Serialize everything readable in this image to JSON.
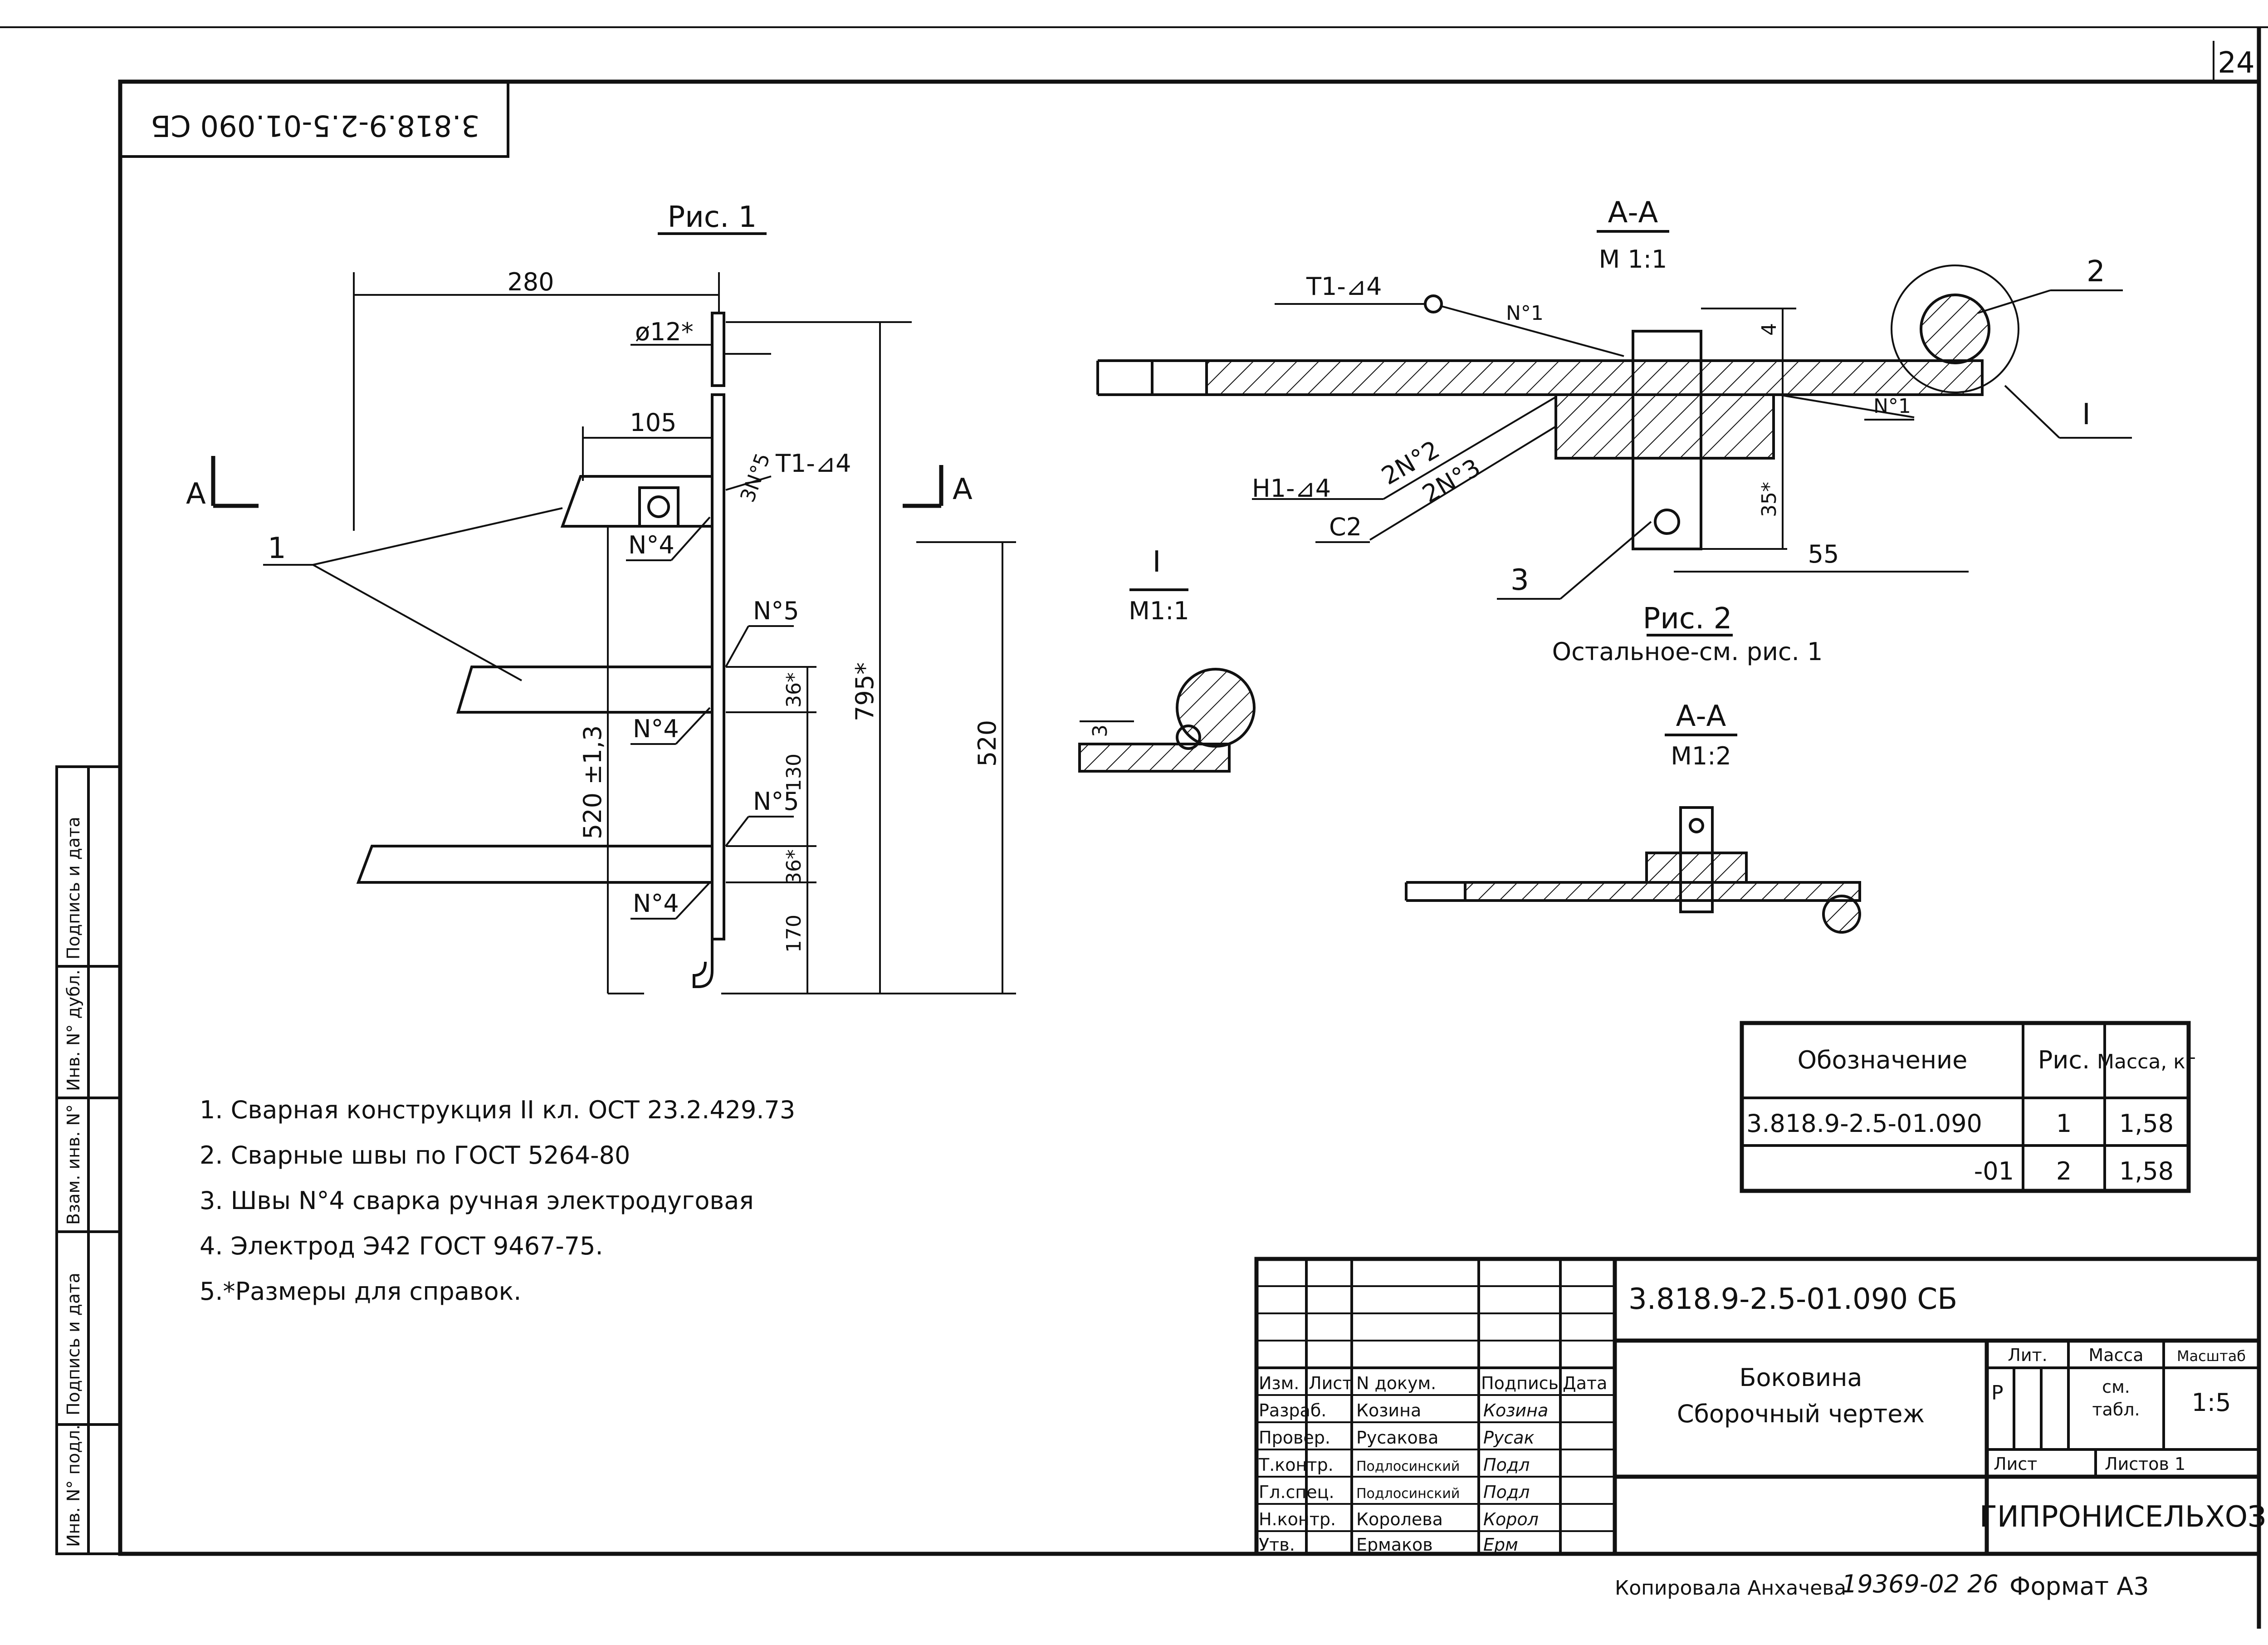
{
  "sheet": {
    "page_number": "24",
    "mirrored_code": "3.818.9-2.5-01.090 СБ",
    "doc_code": "3.818.9-2.5-01.090 СБ",
    "copied_by": "Копировала Анхачева",
    "order_number": "19369-02 26",
    "format": "Формат А3"
  },
  "fig1": {
    "title": "Рис. 1",
    "section_left": "А",
    "section_right": "А",
    "callout_1": "1",
    "dims": {
      "width_280": "280",
      "dia": "ø12*",
      "d105": "105",
      "weld_top": "3N°5",
      "weld_t1": "Т1-⊿4",
      "n4_a": "N°4",
      "n5_a": "N°5",
      "n4_b": "N°4",
      "d36_a": "36*",
      "d130": "130",
      "n5_b": "N°5",
      "n4_c": "N°4",
      "d36_b": "36*",
      "d170": "170",
      "d520_tol": "520 ±1,3",
      "d795": "795*",
      "d520": "520"
    }
  },
  "secAA1": {
    "title": "А-А",
    "scale": "М 1:1",
    "weld_t1": "Т1-⊿4",
    "n1_a": "N°1",
    "n1_b": "N°1",
    "dim_4": "4",
    "dim_35": "35*",
    "dim_55": "55",
    "h1": "Н1-⊿4",
    "n2": "2N°2",
    "n3": "2N°3",
    "c2": "С2",
    "callout_2": "2",
    "callout_3": "3",
    "callout_I": "I"
  },
  "detailI": {
    "title": "I",
    "scale": "М1:1",
    "dim": "3"
  },
  "fig2": {
    "title": "Рис. 2",
    "note": "Остальное-см. рис. 1"
  },
  "secAA2": {
    "title": "А-А",
    "scale": "М1:2"
  },
  "notes": [
    "1. Сварная конструкция II кл. ОСТ 23.2.429.73",
    "2. Сварные швы по ГОСТ 5264-80",
    "3. Швы N°4 сварка ручная электродуговая",
    "4. Электрод Э42 ГОСТ 9467-75.",
    "5.*Размеры для справок."
  ],
  "spec_table": {
    "headers": [
      "Обозначение",
      "Рис.",
      "Масса, кг"
    ],
    "rows": [
      [
        "3.818.9-2.5-01.090",
        "1",
        "1,58"
      ],
      [
        "-01",
        "2",
        "1,58"
      ]
    ]
  },
  "side_stamp": [
    "Инв. N° подл.",
    "Подпись и дата",
    "Взам. инв. N°",
    "Инв. N° дубл.",
    "Подпись и дата"
  ],
  "title_block": {
    "head": [
      "Изм.",
      "Лист",
      "N докум.",
      "Подпись",
      "Дата"
    ],
    "people": [
      [
        "Разраб.",
        "Козина",
        "Козина"
      ],
      [
        "Провер.",
        "Русакова",
        "Русак"
      ],
      [
        "Т.контр.",
        "Подлосинский",
        "Подл"
      ],
      [
        "Гл.спец.",
        "Подлосинский",
        "Подл"
      ],
      [
        "Н.контр.",
        "Королева",
        "Корол"
      ],
      [
        "Утв.",
        "Ермаков",
        "Ерм"
      ]
    ],
    "name_line1": "Боковина",
    "name_line2": "Сборочный чертеж",
    "lit_label": "Лит.",
    "lit_value": "Р",
    "mass_label": "Масса",
    "mass_value_1": "см.",
    "mass_value_2": "табл.",
    "scale_label": "Масштаб",
    "scale_value": "1:5",
    "sheet_label": "Лист",
    "sheets_label": "Листов 1",
    "org": "ГИПРОНИСЕЛЬХОЗ"
  }
}
